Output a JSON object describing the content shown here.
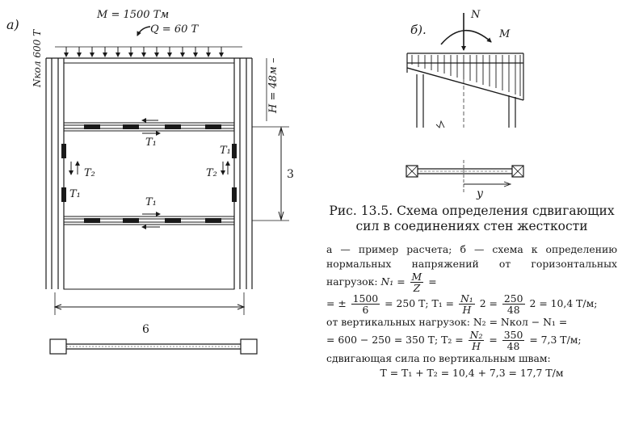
{
  "figure_a": {
    "panel_label": "a)",
    "moment_label": "M = 1500 Тм",
    "shear_label": "Q = 60 Т",
    "column_force_label": "Nкол 600 Т",
    "height_label": "Н = 48м –",
    "spacing_label": "3",
    "width_label": "6",
    "t1_top": "T₁",
    "t1_bottom": "T₁",
    "t2_left": "T₂",
    "t1_left": "T₁",
    "t1_right": "T₁",
    "t2_right": "T₂"
  },
  "figure_b": {
    "panel_label": "б).",
    "n_label": "N",
    "m_label": "M",
    "y_label": "y"
  },
  "caption": {
    "title_prefix": "Рис. 13.5.",
    "title": "Схема определения сдвигающих сил в соединениях стен жесткости",
    "legend_intro": "а — пример расчета; б — схема к определению нормальных напряжений от горизонтальных нагрузок:",
    "n1_lhs": "N₁ =",
    "n1_num": "M",
    "n1_den": "Z",
    "n1_tail": "=",
    "line2_pre": "= ±",
    "frac_1500_num": "1500",
    "frac_1500_den": "6",
    "line2_mid": "= 250 Т;  T₁ =",
    "t1_num": "N₁",
    "t1_den": "H",
    "line2_mid2": "2 =",
    "frac_250_num": "250",
    "frac_250_den": "48",
    "line2_end": "2 = 10,4  Т/м;",
    "line3": "от вертикальных нагрузок: N₂ = Nкол − N₁ =",
    "line4_pre": "= 600 − 250 = 350  Т;   T₂ =",
    "t2_num": "N₂",
    "t2_den": "H",
    "line4_mid": "=",
    "frac_350_num": "350",
    "frac_350_den": "48",
    "line4_end": "= 7,3  Т/м;",
    "line5": "сдвигающая сила по вертикальным швам:",
    "line6": "T = T₁ + T₂ = 10,4 + 7,3 = 17,7  Т/м"
  }
}
